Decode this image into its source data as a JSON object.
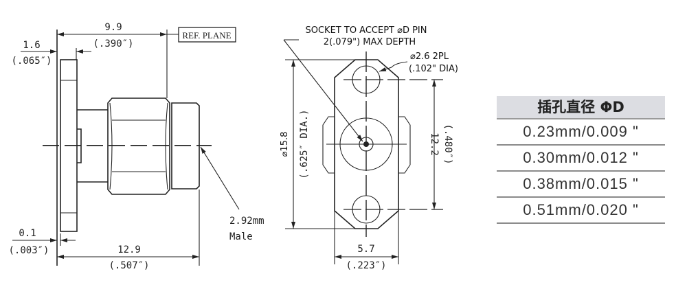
{
  "side_view": {
    "dim_length_ref": {
      "mm": "9.9",
      "inch": "(.390″)"
    },
    "ref_plane_label": "REF. PLANE",
    "dim_flange": {
      "mm": "1.6",
      "inch": "(.065″)"
    },
    "dim_gap": {
      "mm": "0.1",
      "inch": "(.003″)"
    },
    "dim_total": {
      "mm": "12.9",
      "inch": "(.507″)"
    },
    "connector_label": {
      "line1": "2.92mm",
      "line2": "Male"
    }
  },
  "front_view": {
    "socket_note": {
      "line1": "SOCKET TO ACCEPT ⌀D PIN",
      "line2": "2(.079\") MAX DEPTH"
    },
    "hole_note": {
      "line1": "⌀2.6  2PL",
      "line2": "(.102\" DIA)"
    },
    "dim_diameter": {
      "mm": "⌀15.8",
      "inch": "(.625″ DIA.)"
    },
    "dim_hole_spacing": {
      "mm": "12.2",
      "inch": "(.480″)"
    },
    "dim_width": {
      "mm": "5.7",
      "inch": "(.223″)"
    }
  },
  "table": {
    "header": "插孔直径 ΦD",
    "rows": [
      "0.23mm/0.009 \"",
      "0.30mm/0.012 \"",
      "0.38mm/0.015 \"",
      "0.51mm/0.020 \""
    ]
  }
}
